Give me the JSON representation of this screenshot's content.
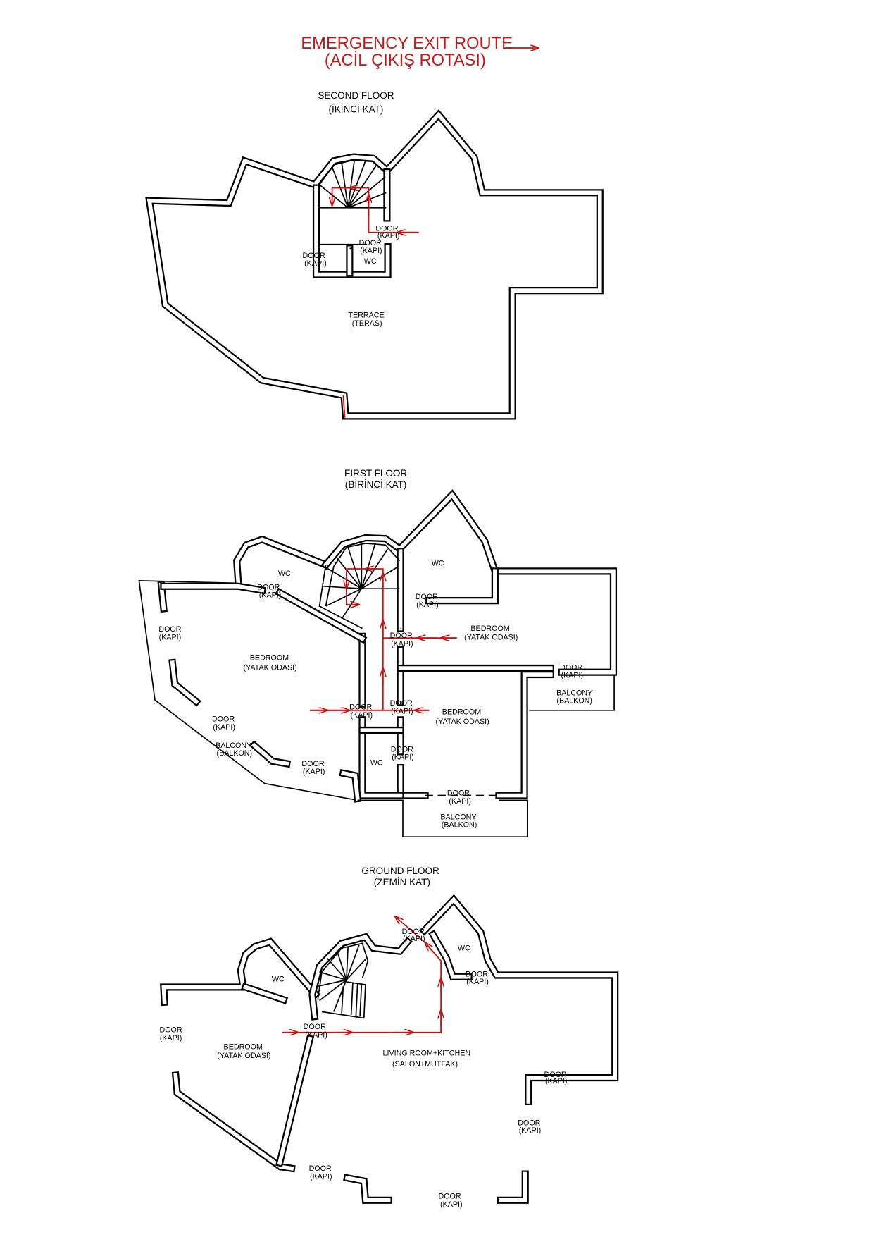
{
  "title": {
    "line1": "EMERGENCY EXIT ROUTE",
    "line2": "(ACİL ÇIKIŞ ROTASI)"
  },
  "colors": {
    "route": "#cc1111",
    "walls": "#000000"
  },
  "second_floor": {
    "title": "SECOND FLOOR",
    "subtitle": "(İKİNCİ KAT)",
    "labels": [
      "DOOR",
      "(KAPI)",
      "DOOR",
      "(KAPI)",
      "DOOR",
      "(KAPI)",
      "WC",
      "TERRACE",
      "(TERAS)"
    ]
  },
  "first_floor": {
    "title": "FIRST FLOOR",
    "subtitle": "(BİRİNCİ KAT)",
    "labels": [
      "WC",
      "DOOR",
      "(KAPI)",
      "WC",
      "DOOR",
      "(KAPI)",
      "DOOR",
      "(KAPI)",
      "BEDROOM",
      "(YATAK ODASI)",
      "BEDROOM",
      "(YATAK ODASI)",
      "DOOR",
      "(KAPI)",
      "DOOR",
      "(KAPI)",
      "BALCONY",
      "(BALKON)",
      "DOOR",
      "(KAPI)",
      "DOOR",
      "(KAPI)",
      "DOOR",
      "(KAPI)",
      "BEDROOM",
      "(YATAK ODASI)",
      "BALCONY",
      "(BALKON)",
      "DOOR",
      "(KAPI)",
      "WC",
      "DOOR",
      "(KAPI)",
      "DOOR",
      "(KAPI)",
      "BALCONY",
      "(BALKON)"
    ]
  },
  "ground_floor": {
    "title": "GROUND FLOOR",
    "subtitle": "(ZEMİN KAT)",
    "labels": [
      "WC",
      "DOOR",
      "(KAPI)",
      "WC",
      "DOOR",
      "(KAPI)",
      "DOOR",
      "(KAPI)",
      "DOOR",
      "(KAPI)",
      "BEDROOM",
      "(YATAK ODASI)",
      "LIVING ROOM+KITCHEN",
      "(SALON+MUTFAK)",
      "DOOR",
      "(KAPI)",
      "DOOR",
      "(KAPI)",
      "DOOR",
      "(KAPI)",
      "DOOR",
      "(KAPI)"
    ]
  }
}
